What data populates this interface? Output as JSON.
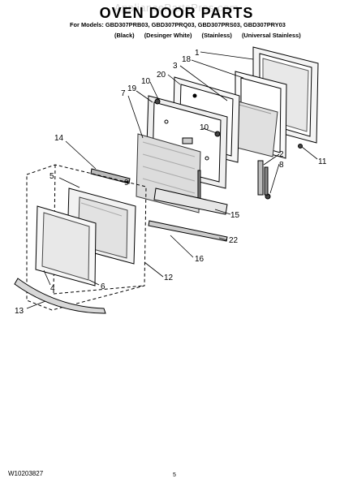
{
  "header": {
    "watermark": "AppliancePartsPros.com",
    "title": "OVEN DOOR PARTS",
    "models_line": "For Models: GBD307PRB03, GBD307PRQ03, GBD307PRS03, GBD307PRY03",
    "finishes": [
      "(Black)",
      "(Desinger White)",
      "(Stainless)",
      "(Universal Stainless)"
    ]
  },
  "callouts": [
    "1",
    "18",
    "3",
    "20",
    "10",
    "19",
    "7",
    "10",
    "2",
    "8",
    "11",
    "14",
    "9",
    "5",
    "15",
    "22",
    "16",
    "12",
    "4",
    "6",
    "13"
  ],
  "footer": {
    "doc_number": "W10203827",
    "page_number": "5"
  }
}
